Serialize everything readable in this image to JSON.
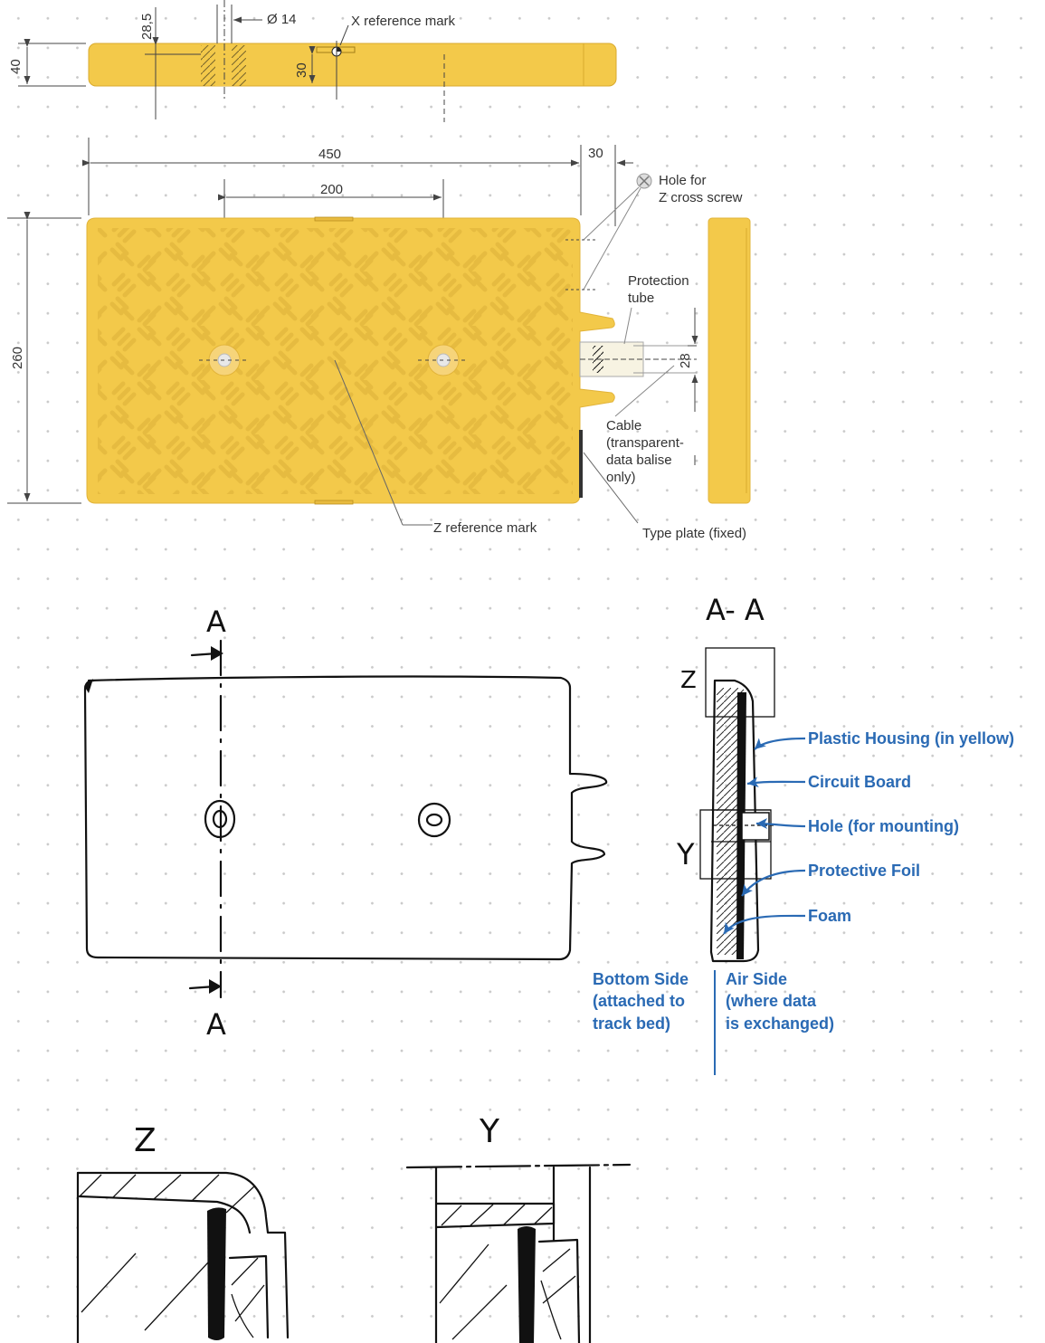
{
  "technical_drawing": {
    "dim_28_5": "28,5",
    "dim_dia_14": "Ø 14",
    "x_reference_mark": "X reference mark",
    "dim_40": "40",
    "dim_30_side": "30",
    "dim_450": "450",
    "dim_30_top": "30",
    "dim_200": "200",
    "dim_260": "260",
    "dim_28": "28",
    "hole_label_1": "Hole for",
    "hole_label_2": "Z cross screw",
    "protection_tube_1": "Protection",
    "protection_tube_2": "tube",
    "cable_1": "Cable",
    "cable_2": "(transparent-",
    "cable_3": "data balise",
    "cable_4": "only)",
    "z_reference_mark": "Z reference mark",
    "type_plate": "Type plate (fixed)"
  },
  "sketch": {
    "section_top": "A",
    "section_bottom": "A",
    "section_title": "A- A",
    "detail_z": "Z",
    "detail_y": "Y",
    "labels": {
      "plastic_housing": "Plastic Housing (in yellow)",
      "circuit_board": "Circuit Board",
      "hole": "Hole (for mounting)",
      "protective_foil": "Protective Foil",
      "foam": "Foam"
    },
    "bottom_side_1": "Bottom Side",
    "bottom_side_2": "(attached to",
    "bottom_side_3": "track bed)",
    "air_side_1": "Air Side",
    "air_side_2": "(where data",
    "air_side_3": "is exchanged)",
    "detail_z_title": "Z",
    "detail_y_title": "Y"
  },
  "colors": {
    "housing": "#f3c94a",
    "pattern": "#e4b93e",
    "annotation": "#2a6ab4"
  }
}
